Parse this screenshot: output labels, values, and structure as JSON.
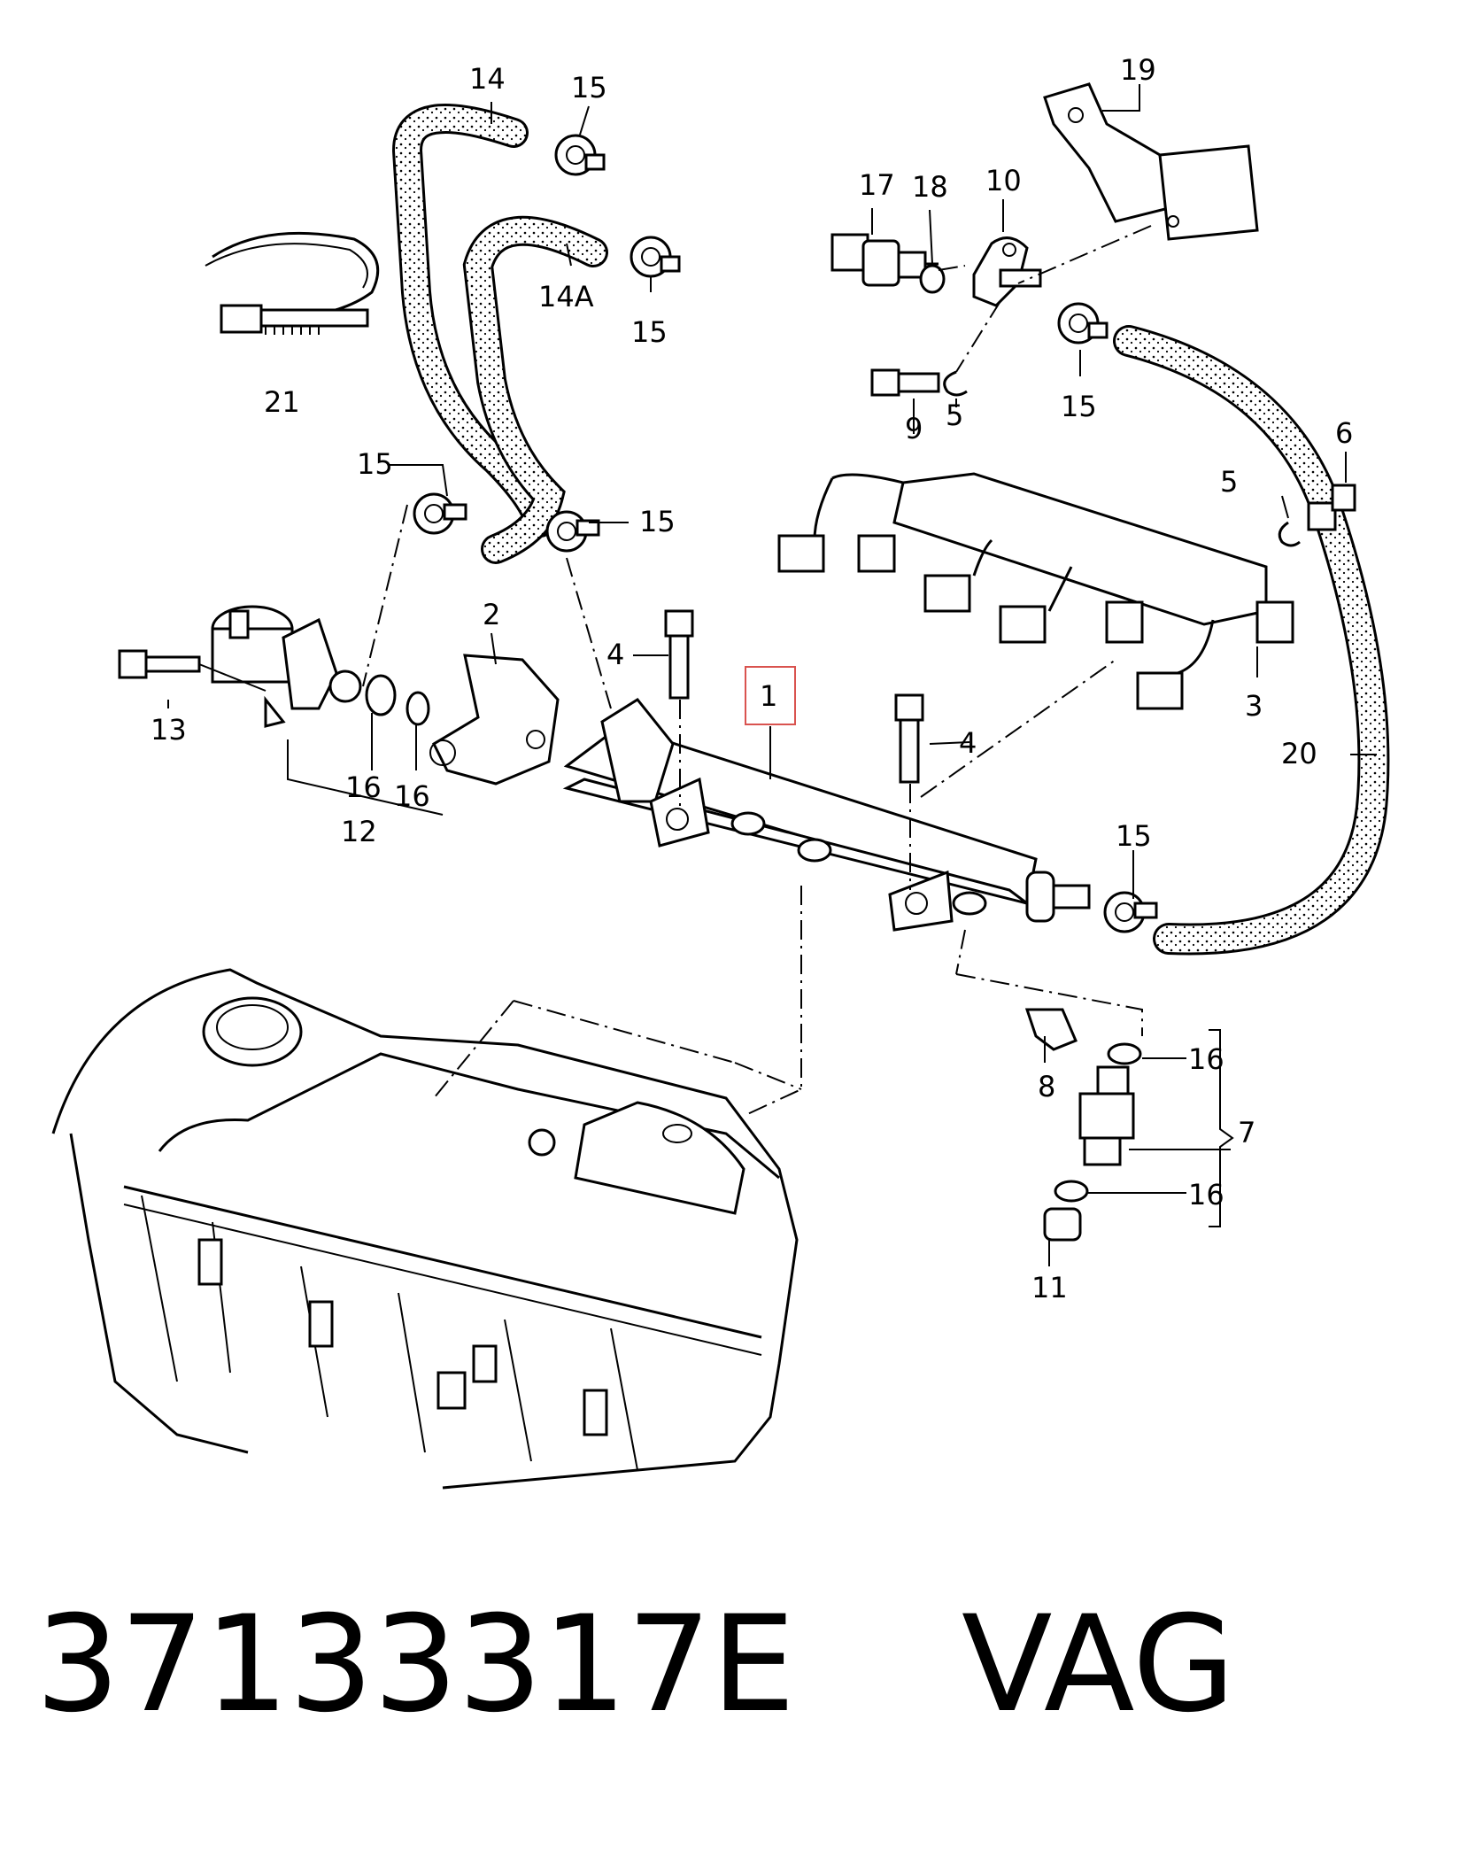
{
  "callouts": {
    "c1": "1",
    "c2": "2",
    "c3": "3",
    "c4a": "4",
    "c4b": "4",
    "c5a": "5",
    "c5b": "5",
    "c6": "6",
    "c7": "7",
    "c8": "8",
    "c9": "9",
    "c10": "10",
    "c11": "11",
    "c12": "12",
    "c13": "13",
    "c14": "14",
    "c14a": "14A",
    "c15a": "15",
    "c15b": "15",
    "c15c": "15",
    "c15d": "15",
    "c15e": "15",
    "c15f": "15",
    "c16a": "16",
    "c16b": "16",
    "c16c": "16",
    "c16d": "16",
    "c17": "17",
    "c18": "18",
    "c19": "19",
    "c20": "20",
    "c21": "21"
  },
  "highlight_color": "#d9534f",
  "footer": {
    "part_number": "37133317E",
    "brand": "VAG"
  }
}
